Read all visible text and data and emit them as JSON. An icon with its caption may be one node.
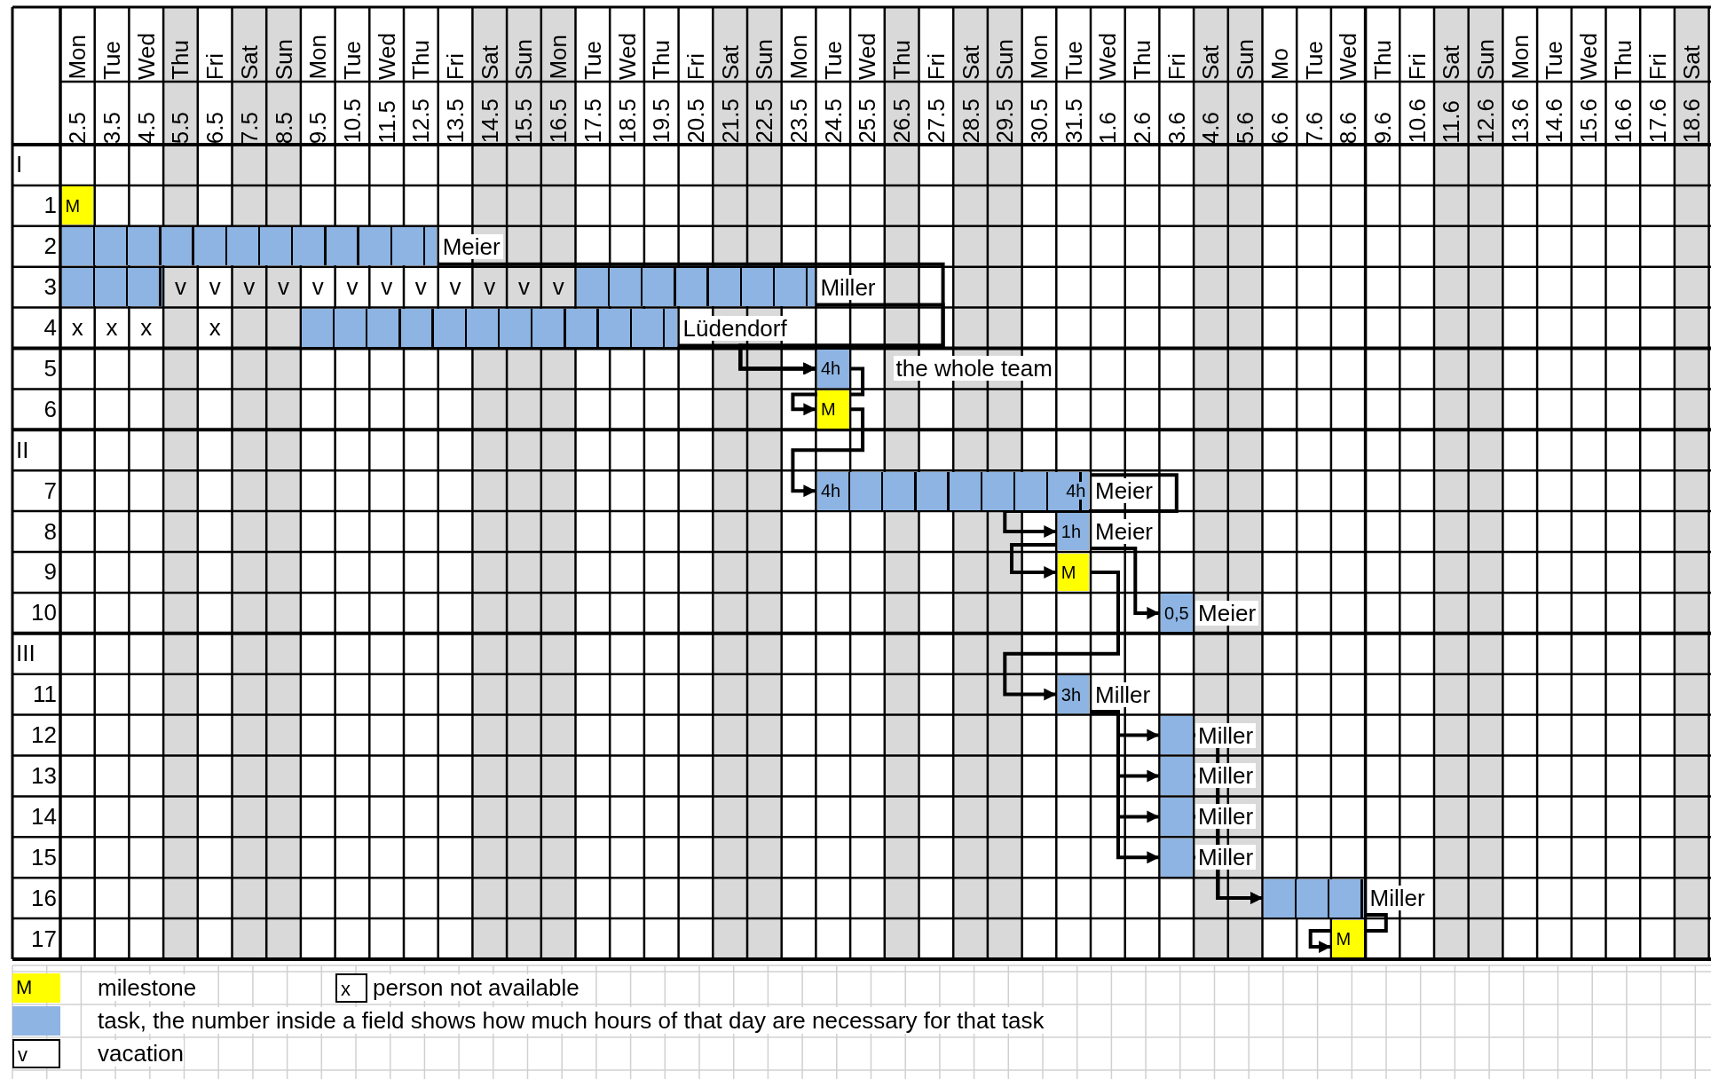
{
  "diagram": {
    "nodes": [
      {
        "text": [
          "M"
        ]
      },
      {
        "text": [],
        "shape": "bar",
        "beside": [
          "Meier"
        ]
      },
      {
        "text": [],
        "shape": "bar"
      },
      {
        "text": [],
        "shape": "bar",
        "beside": [
          "Miller"
        ]
      },
      {
        "text": [],
        "shape": "bar",
        "beside": [
          "Lüdendorf"
        ]
      },
      {
        "text": [
          "4h"
        ],
        "beside": [
          "the whole team"
        ]
      },
      {
        "text": [
          "M"
        ]
      },
      {
        "text": [
          "4h",
          "4h"
        ],
        "beside": [
          "Meier"
        ]
      },
      {
        "text": [
          "1h"
        ],
        "beside": [
          "Meier"
        ]
      },
      {
        "text": [
          "M"
        ]
      },
      {
        "text": [
          "0,5"
        ],
        "beside": [
          "Meier"
        ]
      },
      {
        "text": [
          "3h"
        ],
        "beside": [
          "Miller"
        ]
      },
      {
        "text": [],
        "shape": "bar",
        "beside": [
          "Miller"
        ]
      },
      {
        "text": [],
        "shape": "bar",
        "beside": [
          "Miller"
        ]
      },
      {
        "text": [],
        "shape": "bar",
        "beside": [
          "Miller"
        ]
      },
      {
        "text": [],
        "shape": "bar",
        "beside": [
          "Miller"
        ]
      },
      {
        "text": [],
        "shape": "bar",
        "beside": [
          "Miller"
        ]
      },
      {
        "text": [
          "M"
        ]
      }
    ],
    "edges": [
      {
        "from": 1,
        "to": 5,
        "arrow": "to"
      },
      {
        "from": 3,
        "to": 5,
        "arrow": "to"
      },
      {
        "from": 4,
        "to": 5,
        "arrow": "to"
      },
      {
        "from": 5,
        "to": 6,
        "arrow": "to"
      },
      {
        "from": 6,
        "to": 7,
        "arrow": "to"
      },
      {
        "from": 7,
        "to": 8,
        "arrow": "to"
      },
      {
        "from": 8,
        "to": 9,
        "arrow": "to"
      },
      {
        "from": 8,
        "to": 10,
        "arrow": "to"
      },
      {
        "from": 9,
        "to": 11,
        "arrow": "to"
      },
      {
        "from": 11,
        "to": 12,
        "arrow": "to"
      },
      {
        "from": 11,
        "to": 13,
        "arrow": "to"
      },
      {
        "from": 11,
        "to": 14,
        "arrow": "to"
      },
      {
        "from": 11,
        "to": 15,
        "arrow": "to"
      },
      {
        "from": 12,
        "to": 16,
        "arrow": "to"
      },
      {
        "from": 13,
        "to": 16,
        "arrow": "to"
      },
      {
        "from": 14,
        "to": 16,
        "arrow": "to"
      },
      {
        "from": 15,
        "to": 16,
        "arrow": "to"
      },
      {
        "from": 16,
        "to": 17,
        "arrow": "to"
      }
    ],
    "labels": [
      "Mon",
      "Tue",
      "Wed",
      "Thu",
      "Fri",
      "Sat",
      "Sun",
      "Mon",
      "Tue",
      "Wed",
      "Thu",
      "Fri",
      "Sat",
      "Sun",
      "Mon",
      "Tue",
      "Wed",
      "Thu",
      "Fri",
      "Sat",
      "Sun",
      "Mon",
      "Tue",
      "Wed",
      "Thu",
      "Fri",
      "Sat",
      "Sun",
      "Mon",
      "Tue",
      "Wed",
      "Thu",
      "Fri",
      "Sat",
      "Sun",
      "Mo",
      "Tue",
      "Wed",
      "Thu",
      "Fri",
      "Sat",
      "Sun",
      "Mon",
      "Tue",
      "Wed",
      "Thu",
      "Fri",
      "Sat",
      "2.5",
      "3.5",
      "4.5",
      "5.5",
      "6.5",
      "7.5",
      "8.5",
      "9.5",
      "10.5",
      "11.5",
      "12.5",
      "13.5",
      "14.5",
      "15.5",
      "16.5",
      "17.5",
      "18.5",
      "19.5",
      "20.5",
      "21.5",
      "22.5",
      "23.5",
      "24.5",
      "25.5",
      "26.5",
      "27.5",
      "28.5",
      "29.5",
      "30.5",
      "31.5",
      "1.6",
      "2.6",
      "3.6",
      "4.6",
      "5.6",
      "6.6",
      "7.6",
      "8.6",
      "9.6",
      "10.6",
      "11.6",
      "12.6",
      "13.6",
      "14.6",
      "15.6",
      "16.6",
      "17.6",
      "18.6",
      "I",
      "1",
      "2",
      "3",
      "v",
      "v",
      "v",
      "v",
      "v",
      "v",
      "v",
      "v",
      "v",
      "v",
      "v",
      "v",
      "4",
      "x",
      "x",
      "x",
      "x",
      "5",
      "6",
      "II",
      "7",
      "8",
      "9",
      "10",
      "III",
      "11",
      "12",
      "13",
      "14",
      "15",
      "16",
      "17",
      "M",
      "x",
      "v"
    ],
    "legend": [
      {
        "text": "milestone",
        "color": "#ffff00"
      },
      {
        "text": "person not available"
      },
      {
        "text": "task, the number inside a field shows how much hours of that day are necessary for that task",
        "color": "#8db4e2"
      },
      {
        "text": "vacation"
      }
    ]
  }
}
